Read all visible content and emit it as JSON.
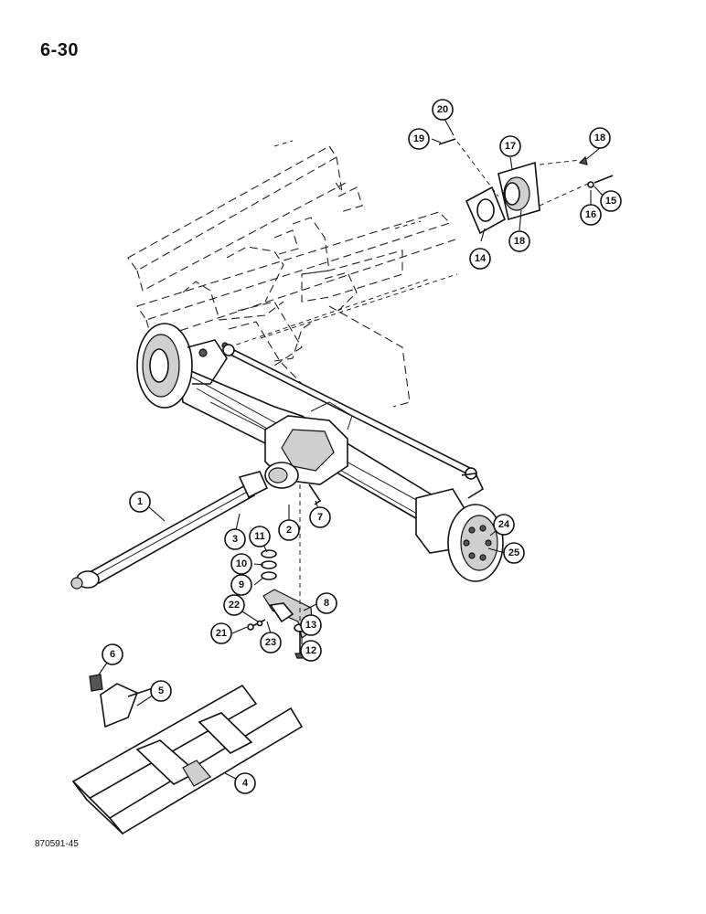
{
  "page": {
    "number": "6-30"
  },
  "drawing_code": "870591-45",
  "callouts": [
    {
      "id": "c1",
      "label": "1"
    },
    {
      "id": "c2",
      "label": "2"
    },
    {
      "id": "c3",
      "label": "3"
    },
    {
      "id": "c4",
      "label": "4"
    },
    {
      "id": "c5",
      "label": "5"
    },
    {
      "id": "c6",
      "label": "6"
    },
    {
      "id": "c7",
      "label": "7"
    },
    {
      "id": "c8",
      "label": "8"
    },
    {
      "id": "c9",
      "label": "9"
    },
    {
      "id": "c10",
      "label": "10"
    },
    {
      "id": "c11",
      "label": "11"
    },
    {
      "id": "c12",
      "label": "12"
    },
    {
      "id": "c13",
      "label": "13"
    },
    {
      "id": "c14",
      "label": "14"
    },
    {
      "id": "c15",
      "label": "15"
    },
    {
      "id": "c16",
      "label": "16"
    },
    {
      "id": "c17",
      "label": "17"
    },
    {
      "id": "c18a",
      "label": "18"
    },
    {
      "id": "c18b",
      "label": "18"
    },
    {
      "id": "c19",
      "label": "19"
    },
    {
      "id": "c20",
      "label": "20"
    },
    {
      "id": "c21",
      "label": "21"
    },
    {
      "id": "c22",
      "label": "22"
    },
    {
      "id": "c23",
      "label": "23"
    },
    {
      "id": "c24",
      "label": "24"
    },
    {
      "id": "c25",
      "label": "25"
    }
  ]
}
